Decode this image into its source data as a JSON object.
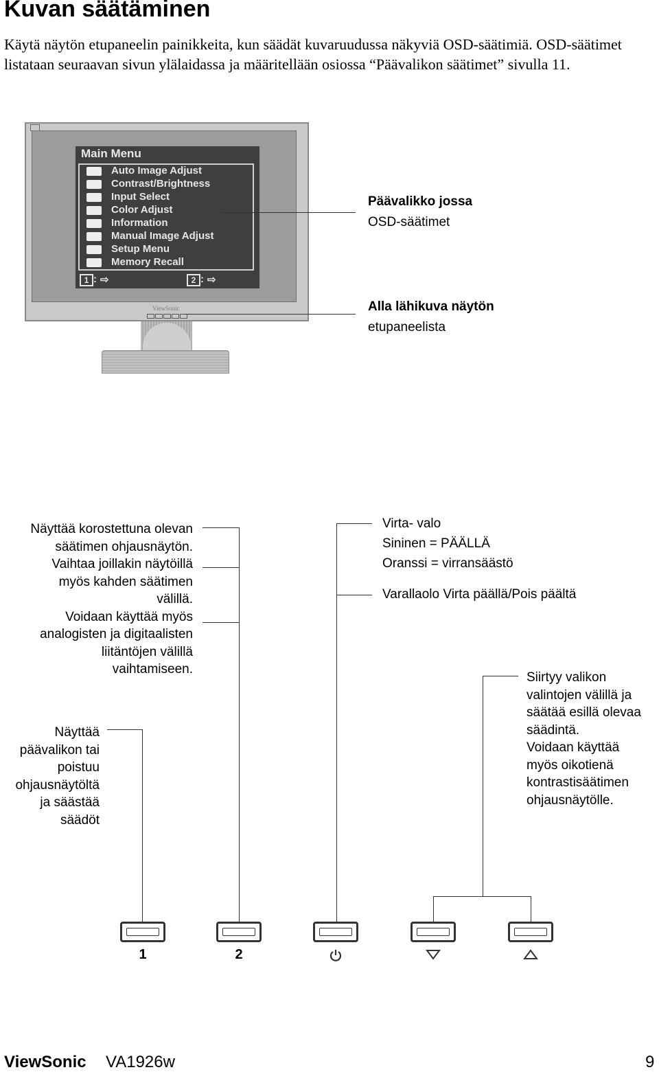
{
  "heading": "Kuvan säätäminen",
  "intro": "Käytä näytön etupaneelin painikkeita, kun säädät kuvaruudussa näkyviä OSD-säätimiä. OSD-säätimet listataan seuraavan sivun ylälaidassa ja määritellään osiossa “Päävalikon säätimet” sivulla 11.",
  "osd": {
    "title": "Main Menu",
    "items": [
      "Auto Image Adjust",
      "Contrast/Brightness",
      "Input Select",
      "Color Adjust",
      "Information",
      "Manual Image Adjust",
      "Setup Menu",
      "Memory Recall"
    ],
    "footer_key1": "1",
    "footer_key2": "2",
    "footer_sep": ":"
  },
  "monitor_brand": "ViewSonic",
  "callouts": {
    "main_menu_title": "Päävalikko jossa",
    "main_menu_sub": "OSD-säätimet",
    "closeup_title": "Alla lähikuva näytön",
    "closeup_sub": "etupaneelista",
    "button2_lines": [
      "Näyttää korostettuna olevan",
      "säätimen ohjausnäytön.",
      "Vaihtaa joillakin näytöillä",
      "myös kahden säätimen",
      "välillä.",
      "Voidaan käyttää myös",
      "analogisten ja digitaalisten",
      "liitäntöjen välillä",
      "vaihtamiseen."
    ],
    "button1_lines": [
      "Näyttää",
      "päävalikon tai",
      "poistuu",
      "ohjausnäytöltä",
      "ja säästää",
      "säädöt"
    ],
    "power_lines": [
      "Virta- valo",
      "Sininen = PÄÄLLÄ",
      "Oranssi = virransäästö"
    ],
    "power_switch": "Varallaolo Virta päällä/Pois päältä",
    "arrows_lines": [
      "Siirtyy valikon",
      "valintojen välillä ja",
      "säätää esillä olevaa",
      "säädintä.",
      "Voidaan käyttää",
      "myös oikotienä",
      "kontrastisäätimen",
      "ohjausnäytölle."
    ]
  },
  "buttons": {
    "b1": "1",
    "b2": "2",
    "power_icon": "power-icon",
    "down_icon": "triangle-down-icon",
    "up_icon": "triangle-up-icon"
  },
  "footer": {
    "brand": "ViewSonic",
    "model": "VA1926w",
    "page": "9"
  }
}
